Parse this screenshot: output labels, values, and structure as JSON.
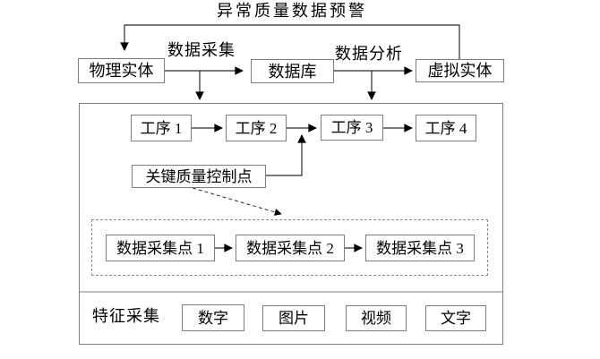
{
  "title": "异常质量数据预警",
  "entities": {
    "physical": "物理实体",
    "database": "数据库",
    "virtual": "虚拟实体"
  },
  "flow_labels": {
    "data_collection": "数据采集",
    "data_analysis": "数据分析"
  },
  "processes": [
    "工序 1",
    "工序 2",
    "工序 3",
    "工序 4"
  ],
  "key_quality_control": "关键质量控制点",
  "collection_points": [
    "数据采集点 1",
    "数据采集点 2",
    "数据采集点 3"
  ],
  "feature_collection": {
    "label": "特征采集",
    "types": [
      "数字",
      "图片",
      "视频",
      "文字"
    ]
  },
  "colors": {
    "background": "#ffffff",
    "box_border": "#7d7d7d",
    "line": "#2b2b2b",
    "arrowhead": "#000000",
    "text": "#000000"
  }
}
